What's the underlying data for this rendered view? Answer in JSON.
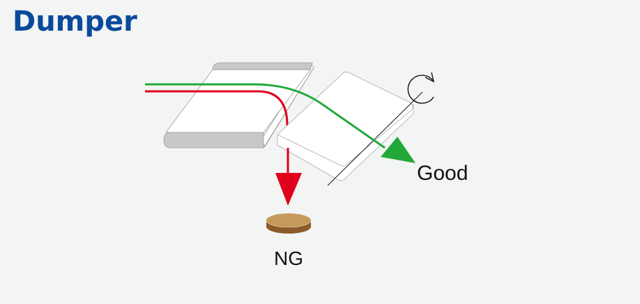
{
  "title": "Dumper",
  "labels": {
    "good": "Good",
    "ng": "NG"
  },
  "icons": {
    "rotate": "rotate-clockwise-icon"
  },
  "paths": {
    "good_color": "#23a93a",
    "ng_color": "#e0001b"
  },
  "colors": {
    "title": "#0a4a9b",
    "background": "#f3f4f4",
    "roller": "#c8c8c8",
    "coin_top": "#c49a5a",
    "coin_side": "#8b5a2b"
  }
}
